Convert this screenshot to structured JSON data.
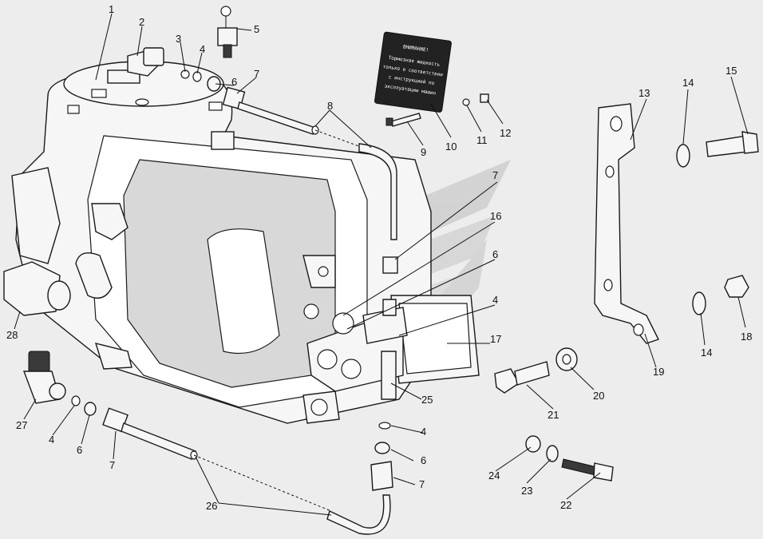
{
  "diagram": {
    "callouts": [
      "1",
      "2",
      "3",
      "4",
      "5",
      "6",
      "7",
      "8",
      "9",
      "10",
      "11",
      "12",
      "13",
      "14",
      "15",
      "16",
      "17",
      "18",
      "19",
      "20",
      "21",
      "22",
      "23",
      "24",
      "25",
      "26",
      "27",
      "28"
    ],
    "plate": {
      "title": "ВНИМАНИЕ!",
      "lines": [
        "Тормозная жидкость",
        "только в соответствии",
        "с инструкцией по",
        "эксплуатации машин"
      ]
    }
  }
}
